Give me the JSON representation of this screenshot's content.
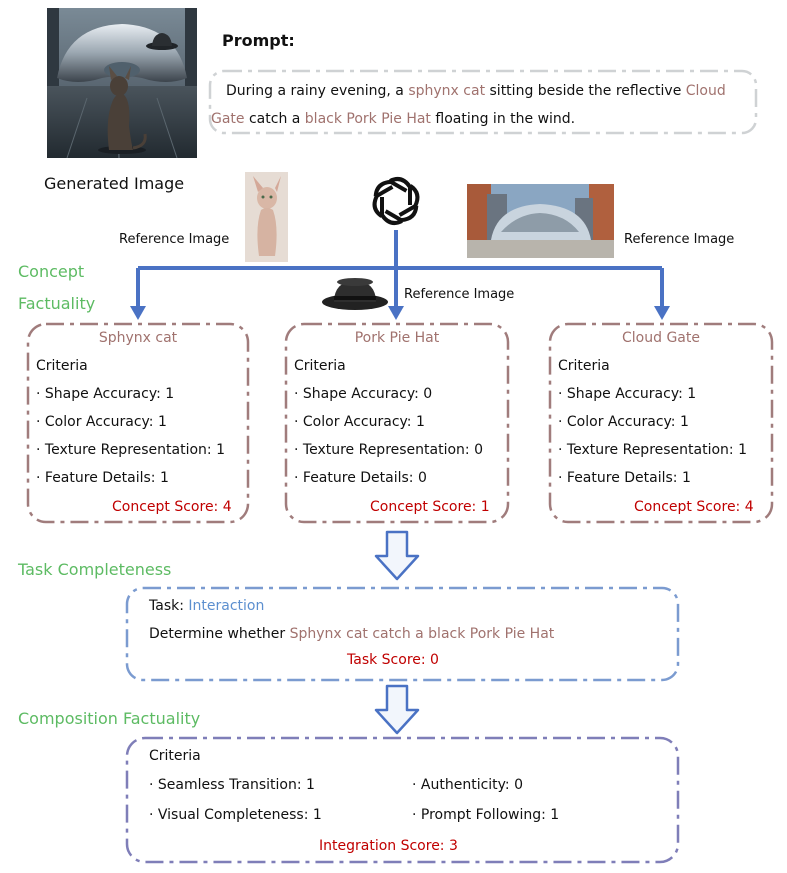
{
  "prompt": {
    "label": "Prompt:",
    "line1_a": "During a rainy evening, a ",
    "line1_b": "sphynx cat",
    "line1_c": " sitting beside the reflective ",
    "line1_d": "Cloud",
    "line2_a": "Gate",
    "line2_b": " catch a ",
    "line2_c": "black Pork Pie Hat",
    "line2_d": " floating in the wind."
  },
  "generated_image_label": "Generated Image",
  "reference_labels": {
    "cat": "Reference Image",
    "hat": "Reference Image",
    "gate": "Reference Image"
  },
  "sections": {
    "concept_line1": "Concept",
    "concept_line2": "Factuality",
    "task": "Task Completeness",
    "composition": "Composition Factuality"
  },
  "concept_boxes": [
    {
      "title": "Sphynx cat",
      "criteria_label": "Criteria",
      "items": [
        "· Shape Accuracy: 1",
        "· Color Accuracy: 1",
        "· Texture Representation: 1",
        "· Feature Details: 1"
      ],
      "score": "Concept Score: 4"
    },
    {
      "title": "Pork Pie Hat",
      "criteria_label": "Criteria",
      "items": [
        "· Shape Accuracy: 0",
        "· Color Accuracy: 1",
        "· Texture Representation: 0",
        "· Feature Details: 0"
      ],
      "score": "Concept Score: 1"
    },
    {
      "title": "Cloud Gate",
      "criteria_label": "Criteria",
      "items": [
        "· Shape Accuracy: 1",
        "· Color Accuracy: 1",
        "· Texture Representation: 1",
        "· Feature Details: 1"
      ],
      "score": "Concept Score: 4"
    }
  ],
  "task_box": {
    "task_label": "Task: ",
    "task_value": "Interaction",
    "determine_a": "Determine whether ",
    "determine_b": "Sphynx cat catch a black Pork Pie Hat",
    "score": "Task Score: 0"
  },
  "composition_box": {
    "criteria_label": "Criteria",
    "left": [
      "· Seamless Transition: 1",
      "· Visual Completeness: 1"
    ],
    "right": [
      "· Authenticity: 0",
      "· Prompt Following: 1"
    ],
    "score": "Integration Score: 3"
  },
  "colors": {
    "accent_green": "#5dbb63",
    "arrow_blue": "#4a72c4",
    "concept_border": "#a07c7c",
    "task_border": "#7b9bd0",
    "composition_border": "#7f7eb8",
    "score_red": "#c00000"
  }
}
